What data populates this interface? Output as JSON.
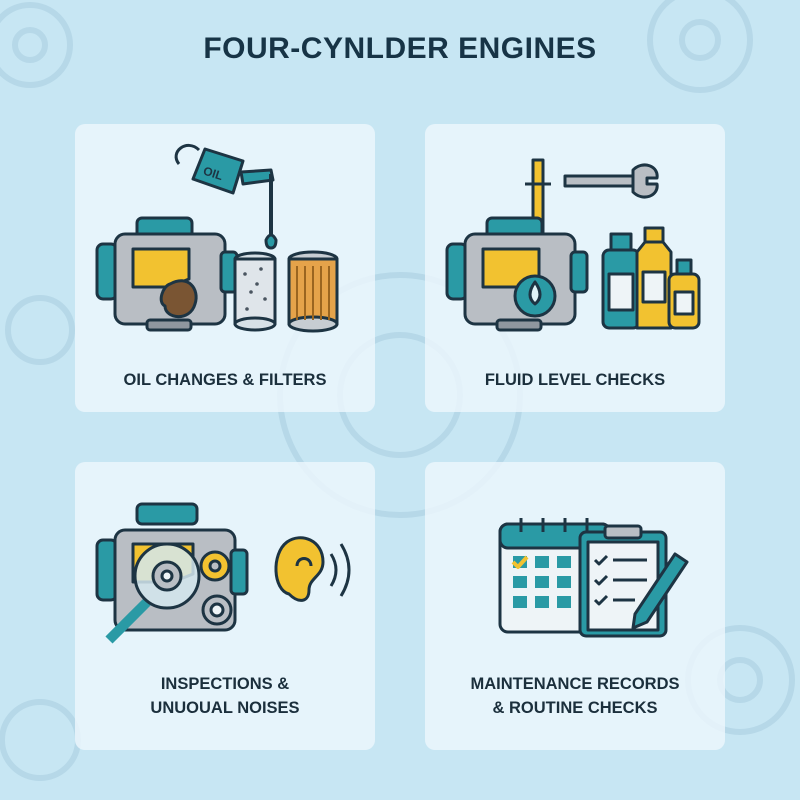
{
  "title": "FOUR-CYNLDER ENGINES",
  "cards": [
    {
      "label": "OIL CHANGES & FILTERS",
      "can_text": "OIL"
    },
    {
      "label": "FLUID LEVEL CHECKS"
    },
    {
      "label": "INSPECTIONS &\nUNUOUAL NOISES"
    },
    {
      "label": "MAINTENANCE RECORDS\n& ROUTINE CHECKS"
    }
  ],
  "colors": {
    "background": "#c7e6f3",
    "card": "#edf7fc",
    "outline": "#1d3443",
    "teal": "#2a9aa5",
    "yellow": "#f2c230",
    "gray": "#b9bec4",
    "brown": "#7a5533"
  }
}
